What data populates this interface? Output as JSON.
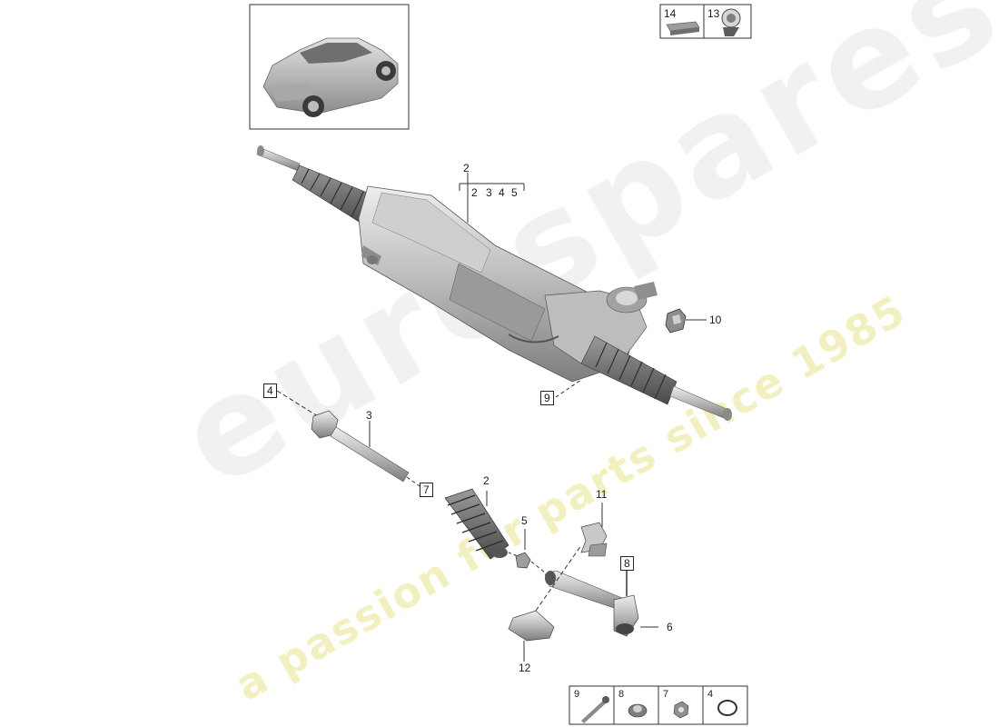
{
  "watermark": {
    "brand": "eurospares",
    "tagline": "a passion for parts since 1985"
  },
  "header_legend": {
    "items": [
      {
        "number": "14",
        "icon": "grease-pack-icon"
      },
      {
        "number": "13",
        "icon": "sensor-gauge-icon"
      }
    ]
  },
  "diagram": {
    "group_label": "2",
    "group_members": [
      "2",
      "3",
      "4",
      "5"
    ],
    "callouts": {
      "steering_rack": "2",
      "bracket_nut": "10",
      "boxed_9": "9",
      "boxed_4": "4",
      "tie_rod": "3",
      "boxed_7": "7",
      "bellows": "2",
      "clip": "5",
      "bracket_top": "11",
      "boxed_8": "8",
      "tie_rod_end": "6",
      "heat_shield": "12"
    }
  },
  "bottom_legend": {
    "items": [
      {
        "number": "9",
        "icon": "bolt-icon"
      },
      {
        "number": "8",
        "icon": "flange-nut-icon"
      },
      {
        "number": "7",
        "icon": "hex-nut-icon"
      },
      {
        "number": "4",
        "icon": "o-ring-icon"
      }
    ]
  }
}
